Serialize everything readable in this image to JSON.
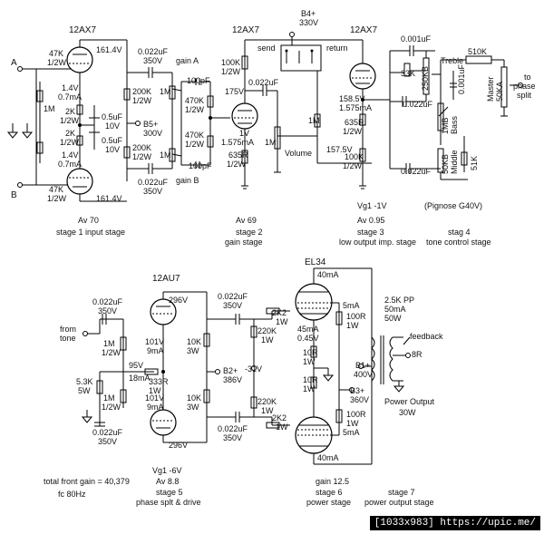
{
  "stage1": {
    "tube": "12AX7",
    "input_a": "A",
    "input_b": "B",
    "r_plate_top": [
      "47K",
      "1/2W"
    ],
    "r_plate_bot": [
      "47K",
      "1/2W"
    ],
    "v_plate_top": "161.4V",
    "v_plate_bot": "161.4V",
    "r_grid": "1M",
    "cath_top": [
      "1.4V",
      "0.7mA"
    ],
    "cath_bot": [
      "1.4V",
      "0.7mA"
    ],
    "r_k_top": [
      "2K",
      "1/2W"
    ],
    "r_k_bot": [
      "2K",
      "1/2W"
    ],
    "c_k_top": [
      "0.5uF",
      "10V"
    ],
    "c_k_bot": [
      "0.5uF",
      "10V"
    ],
    "c_out_top": [
      "0.022uF",
      "350V"
    ],
    "c_out_bot": [
      "0.022uF",
      "350V"
    ],
    "r_200k_top": [
      "200K",
      "1/2W"
    ],
    "r_200k_bot": [
      "200K",
      "1/2W"
    ],
    "b5": [
      "B5+",
      "300V"
    ],
    "gain": "Av 70",
    "caption": "stage 1 input stage"
  },
  "stage2": {
    "tube": "12AX7",
    "gain_a": "gain A",
    "gain_b": "gain B",
    "pot_a": "1M",
    "pot_b": "1M",
    "c_a": "100pF",
    "c_b": "100pF",
    "r_470_a": [
      "470K",
      "1/2W"
    ],
    "r_470_b": [
      "470K",
      "1/2W"
    ],
    "r_plate": [
      "100K",
      "1/2W"
    ],
    "v_plate": "175V",
    "c_out": "0.022uF",
    "cathode": [
      "1V",
      "1.575mA"
    ],
    "r_k": [
      "635R",
      "1/2W"
    ],
    "volume_pot": "1M",
    "volume": "Volume",
    "gain": "Av 69",
    "caption": [
      "stage 2",
      "gain stage"
    ]
  },
  "stage3": {
    "b4": [
      "B4+",
      "330V"
    ],
    "send": "send",
    "return": "return",
    "tube": "12AX7",
    "v_plate": [
      "158.5V",
      "1.575mA"
    ],
    "r_grid": "1M",
    "r_k": [
      "635R",
      "1/2W"
    ],
    "v_cath": "157.5V",
    "r_load": [
      "100K",
      "1/2W"
    ],
    "vg": "Vg1 -1V",
    "gain": "Av 0.95",
    "caption": [
      "stage 3",
      "low output imp. stage"
    ]
  },
  "stage4": {
    "c_treble": "0.001uF",
    "r_33k": "33K",
    "pot_treble": "250KB",
    "treble": "Treble",
    "c_mid": "0.022uF",
    "c_bass_side": "0.001uF",
    "pot_bass": "1MB",
    "bass": "Bass",
    "r_510k": "510K",
    "master": [
      "Master",
      "50KA"
    ],
    "to_phase": [
      "to",
      "phase",
      "split"
    ],
    "c_low": "0.022uF",
    "pot_mid": "50KB",
    "middle": "Middle",
    "r_51k": "51K",
    "pignose": "(Pignose G40V)",
    "caption": [
      "stag 4",
      "tone control stage"
    ]
  },
  "stage5": {
    "tube": "12AU7",
    "c_in": [
      "0.022uF",
      "350V"
    ],
    "from_tone": [
      "from",
      "tone"
    ],
    "r_1m_a": [
      "1M",
      "1/2W"
    ],
    "r_1m_b": [
      "1M",
      "1/2W"
    ],
    "v_top": "296V",
    "v_bot": "296V",
    "grid_top": [
      "101V",
      "9mA"
    ],
    "grid_bot": [
      "101V",
      "9mA"
    ],
    "v95": "95V",
    "r_333": [
      "333R",
      "1W"
    ],
    "i18": "18mA",
    "r_53k": [
      "5.3K",
      "5W"
    ],
    "c_bypass": [
      "0.022uF",
      "350V"
    ],
    "r_10k_top": [
      "10K",
      "3W"
    ],
    "r_10k_bot": [
      "10K",
      "3W"
    ],
    "c_out_top": [
      "0.022uF",
      "350V"
    ],
    "c_out_bot": [
      "0.022uF",
      "350V"
    ],
    "b2": [
      "B2+",
      "386V"
    ],
    "vg": "Vg1 -6V",
    "gain": "Av 8.8",
    "caption": [
      "stage 5",
      "phase splt & drive"
    ]
  },
  "stage6": {
    "tube": "EL34",
    "i_top": "40mA",
    "i_bot": "40mA",
    "r_2k2_top": [
      "2K2",
      "1W"
    ],
    "r_2k2_bot": [
      "2K2",
      "1W"
    ],
    "r_220k_top": [
      "220K",
      "1W"
    ],
    "r_220k_bot": [
      "220K",
      "1W"
    ],
    "bias": "-31V",
    "screen_top": "5mA",
    "screen_bot": "5mA",
    "r_100_top": [
      "100R",
      "1W"
    ],
    "r_100_bot": [
      "100R",
      "1W"
    ],
    "i_cath": [
      "45mA",
      "0.45V"
    ],
    "r_10_a": [
      "10R",
      "1W"
    ],
    "r_10_b": [
      "10R",
      "1W"
    ],
    "b3": [
      "B3+",
      "360V"
    ],
    "gain": "gain 12.5",
    "caption": [
      "stage 6",
      "power stage"
    ]
  },
  "stage7": {
    "opt": [
      "2.5K PP",
      "50mA",
      "50W"
    ],
    "feedback": "feedback",
    "ohms": "8R",
    "b1": [
      "B1+",
      "400V"
    ],
    "power": [
      "Power Output",
      "30W"
    ],
    "caption": [
      "stage 7",
      "power output stage"
    ]
  },
  "totals": {
    "total_gain": "total front gain = 40,379",
    "fc": "fc 80Hz"
  },
  "watermark": "[1033x983] https://upic.me/"
}
